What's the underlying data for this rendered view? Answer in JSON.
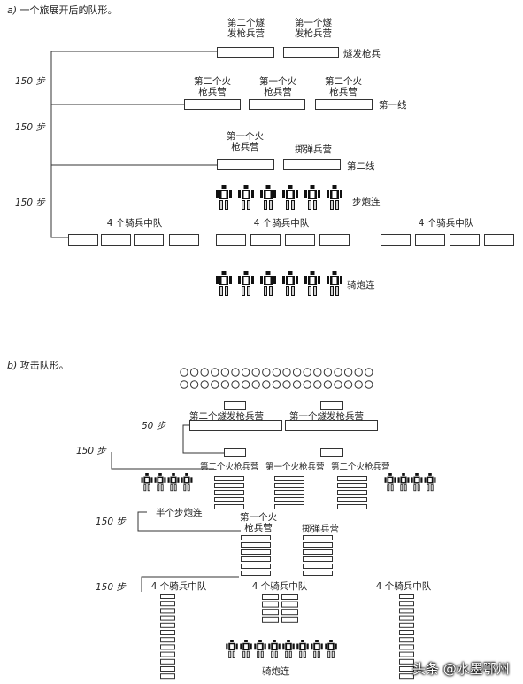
{
  "section_a": {
    "heading_letter": "a)",
    "heading_text": "一个旅展开后的队形。",
    "battalion_labels": [
      "第二个燧\n发枪兵营",
      "第一个燧\n发枪兵营",
      "第二个火\n枪兵营",
      "第一个火\n枪兵营",
      "第二个火\n枪兵营",
      "第一个火\n枪兵营",
      "掷弹兵营"
    ],
    "line_labels": [
      "燧发枪兵",
      "第一线",
      "第二线",
      "步炮连",
      "骑炮连"
    ],
    "distance_labels": [
      "150 步",
      "150 步",
      "150 步"
    ],
    "cavalry_labels": [
      "4 个骑兵中队",
      "4 个骑兵中队",
      "4 个骑兵中队"
    ]
  },
  "section_b": {
    "heading_letter": "b)",
    "heading_text": "攻击队形。",
    "battalion_labels": [
      "第二个燧发枪兵营",
      "第一个燧发枪兵营",
      "第二个火枪兵营",
      "第一个火枪兵营",
      "第二个火枪兵营",
      "第一个火\n枪兵营",
      "掷弹兵营"
    ],
    "distance_labels": [
      "50 步",
      "150 步",
      "150 步",
      "150 步"
    ],
    "artillery_labels": [
      "半个步炮连",
      "骑炮连"
    ],
    "cavalry_labels": [
      "4 个骑兵中队",
      "4 个骑兵中队",
      "4 个骑兵中队"
    ]
  },
  "watermark": "头条 @水墨鄂州"
}
